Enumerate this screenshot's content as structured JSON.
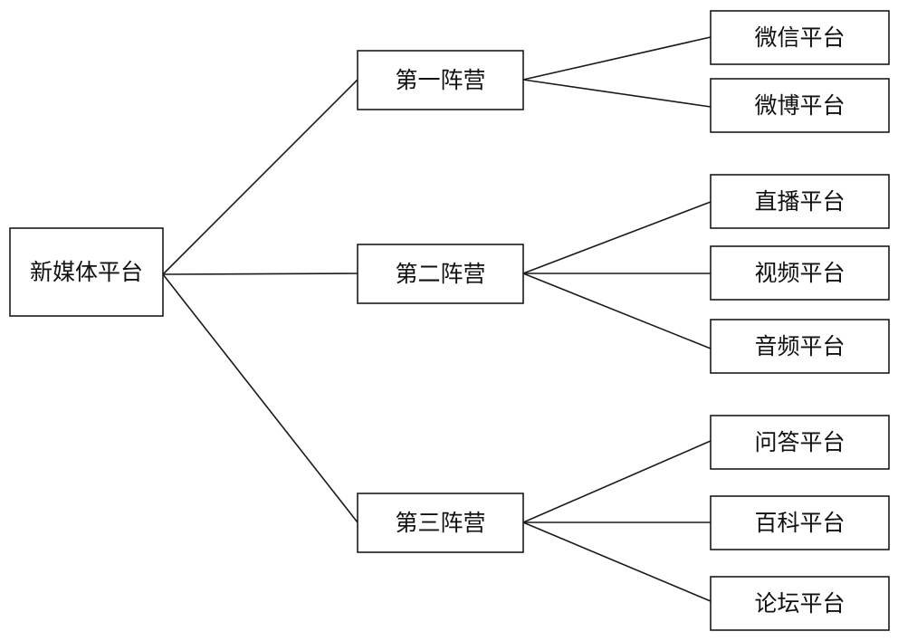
{
  "root": {
    "label": "新媒体平台"
  },
  "camps": [
    {
      "label": "第一阵营",
      "platforms": [
        "微信平台",
        "微博平台"
      ]
    },
    {
      "label": "第二阵营",
      "platforms": [
        "直播平台",
        "视频平台",
        "音频平台"
      ]
    },
    {
      "label": "第三阵营",
      "platforms": [
        "问答平台",
        "百科平台",
        "论坛平台"
      ]
    }
  ]
}
